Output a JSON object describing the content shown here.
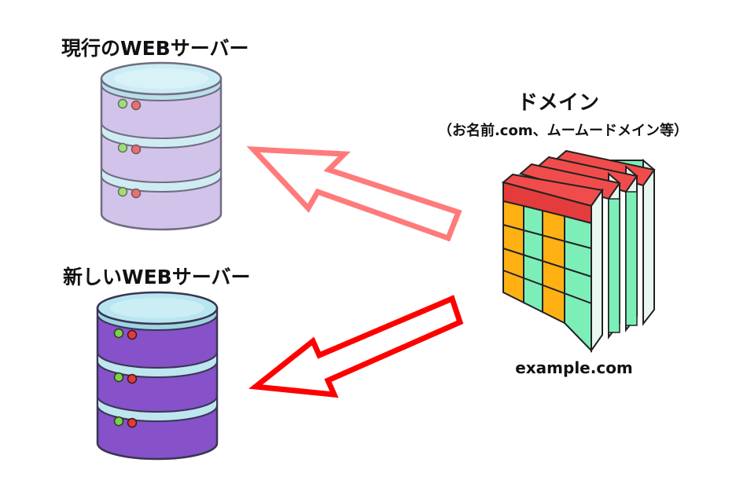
{
  "labels": {
    "current_server": "現行のWEBサーバー",
    "new_server": "新しいWEBサーバー",
    "domain": "ドメイン",
    "domain_examples": "（お名前.com、ムームードメイン等）",
    "domain_name": "example.com"
  },
  "colors": {
    "current_server_body": "#c1ace3",
    "new_server_body": "#8651c9",
    "server_band": "#bde6ef",
    "led_green": "#7bd14a",
    "led_red": "#e4393b",
    "arrow_current": "#ff7b7b",
    "arrow_new": "#ff0000",
    "domain_top": "#f04c4c",
    "domain_yellow": "#ffb114",
    "domain_green": "#7ceeb8"
  },
  "icons": [
    "database-server-icon",
    "domain-table-icon",
    "arrow-icon"
  ]
}
